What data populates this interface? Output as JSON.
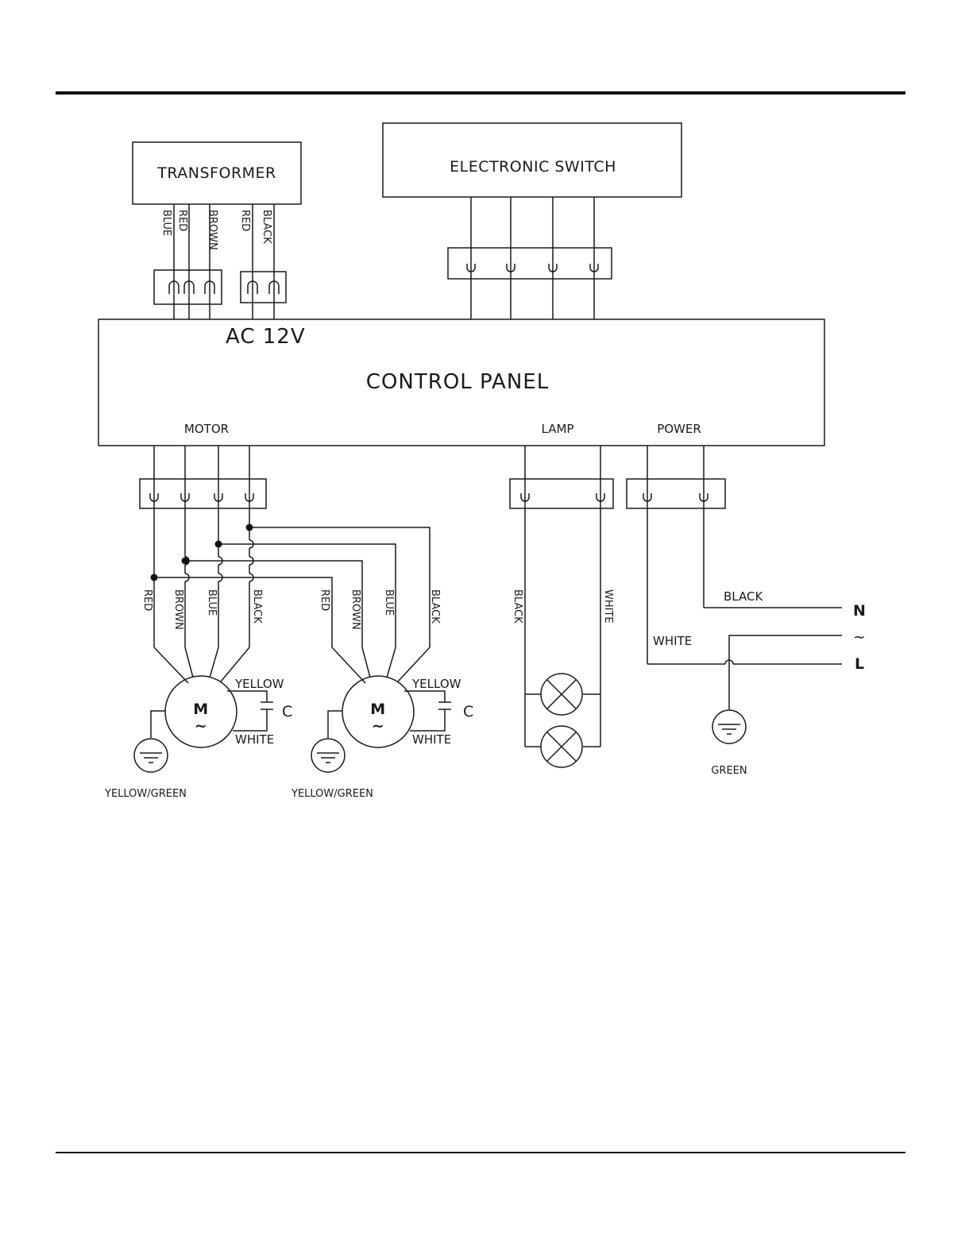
{
  "blocks": {
    "transformer": "TRANSFORMER",
    "electronic_switch": "ELECTRONIC SWITCH",
    "control_panel": "CONTROL PANEL",
    "ac_voltage": "AC 12V",
    "motor": "MOTOR",
    "lamp": "LAMP",
    "power": "POWER"
  },
  "transformer_wires": [
    "BLUE",
    "RED",
    "BROWN",
    "RED",
    "BLACK"
  ],
  "motor_wires": [
    "RED",
    "BROWN",
    "BLUE",
    "BLACK"
  ],
  "lamp_wires": [
    "BLACK",
    "WHITE"
  ],
  "power": {
    "black_wire": "BLACK",
    "white_wire": "WHITE",
    "ground": "GREEN",
    "neutral": "N",
    "tilde": "~",
    "live": "L"
  },
  "motors": [
    {
      "symbol": "M",
      "tilde": "~",
      "yellow": "YELLOW",
      "white": "WHITE",
      "capacitor": "C",
      "ground": "YELLOW/GREEN"
    },
    {
      "symbol": "M",
      "tilde": "~",
      "yellow": "YELLOW",
      "white": "WHITE",
      "capacitor": "C",
      "ground": "YELLOW/GREEN"
    }
  ]
}
